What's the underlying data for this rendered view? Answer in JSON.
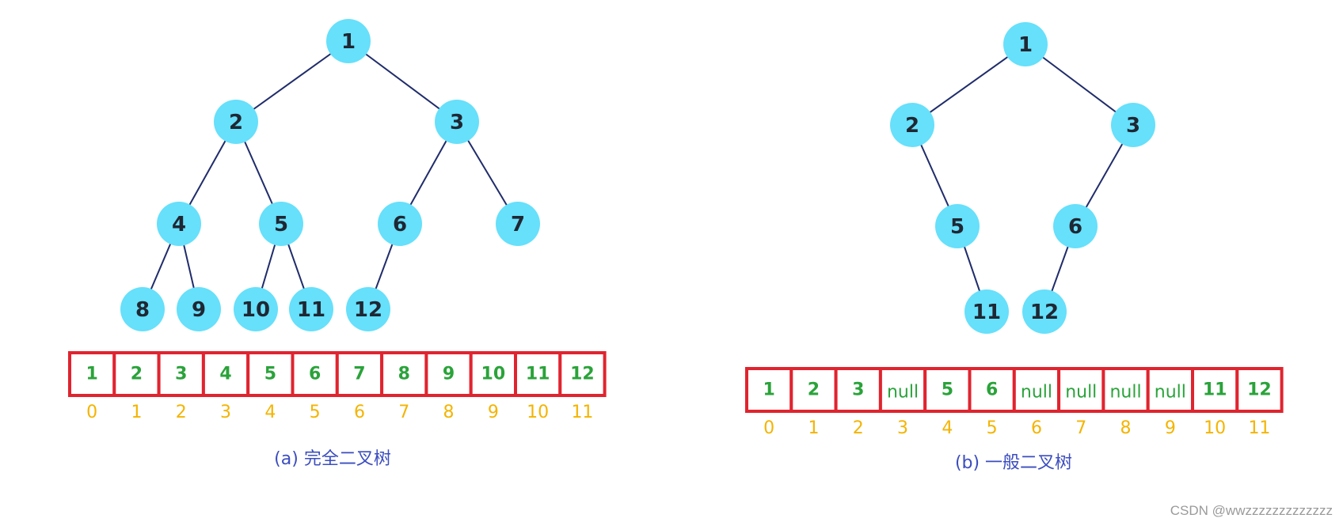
{
  "colors": {
    "node_fill": "#66e0fb",
    "node_text": "#1f2733",
    "edge": "#1f2c6b",
    "cell_border": "#e0242f",
    "cell_text": "#2aa33a",
    "index_text": "#f4b400",
    "caption_text": "#3b4dbf",
    "watermark_text": "#9a9a9a"
  },
  "diagrams": [
    {
      "id": "complete",
      "caption": "(a) 完全二叉树",
      "nodes": [
        {
          "value": "1"
        },
        {
          "value": "2"
        },
        {
          "value": "3"
        },
        {
          "value": "4"
        },
        {
          "value": "5"
        },
        {
          "value": "6"
        },
        {
          "value": "7"
        },
        {
          "value": "8"
        },
        {
          "value": "9"
        },
        {
          "value": "10"
        },
        {
          "value": "11"
        },
        {
          "value": "12"
        }
      ],
      "edges": [
        [
          "1",
          "2"
        ],
        [
          "1",
          "3"
        ],
        [
          "2",
          "4"
        ],
        [
          "2",
          "5"
        ],
        [
          "3",
          "6"
        ],
        [
          "3",
          "7"
        ],
        [
          "4",
          "8"
        ],
        [
          "4",
          "9"
        ],
        [
          "5",
          "10"
        ],
        [
          "5",
          "11"
        ],
        [
          "6",
          "12"
        ]
      ],
      "array": [
        "1",
        "2",
        "3",
        "4",
        "5",
        "6",
        "7",
        "8",
        "9",
        "10",
        "11",
        "12"
      ],
      "indices": [
        "0",
        "1",
        "2",
        "3",
        "4",
        "5",
        "6",
        "7",
        "8",
        "9",
        "10",
        "11"
      ]
    },
    {
      "id": "general",
      "caption": "(b) 一般二叉树",
      "nodes": [
        {
          "value": "1"
        },
        {
          "value": "2"
        },
        {
          "value": "3"
        },
        {
          "value": "5"
        },
        {
          "value": "6"
        },
        {
          "value": "11"
        },
        {
          "value": "12"
        }
      ],
      "edges": [
        [
          "1",
          "2"
        ],
        [
          "1",
          "3"
        ],
        [
          "2",
          "5"
        ],
        [
          "3",
          "6"
        ],
        [
          "5",
          "11"
        ],
        [
          "6",
          "12"
        ]
      ],
      "array": [
        "1",
        "2",
        "3",
        "null",
        "5",
        "6",
        "null",
        "null",
        "null",
        "null",
        "11",
        "12"
      ],
      "indices": [
        "0",
        "1",
        "2",
        "3",
        "4",
        "5",
        "6",
        "7",
        "8",
        "9",
        "10",
        "11"
      ]
    }
  ],
  "watermark": "CSDN @wwzzzzzzzzzzzzz"
}
